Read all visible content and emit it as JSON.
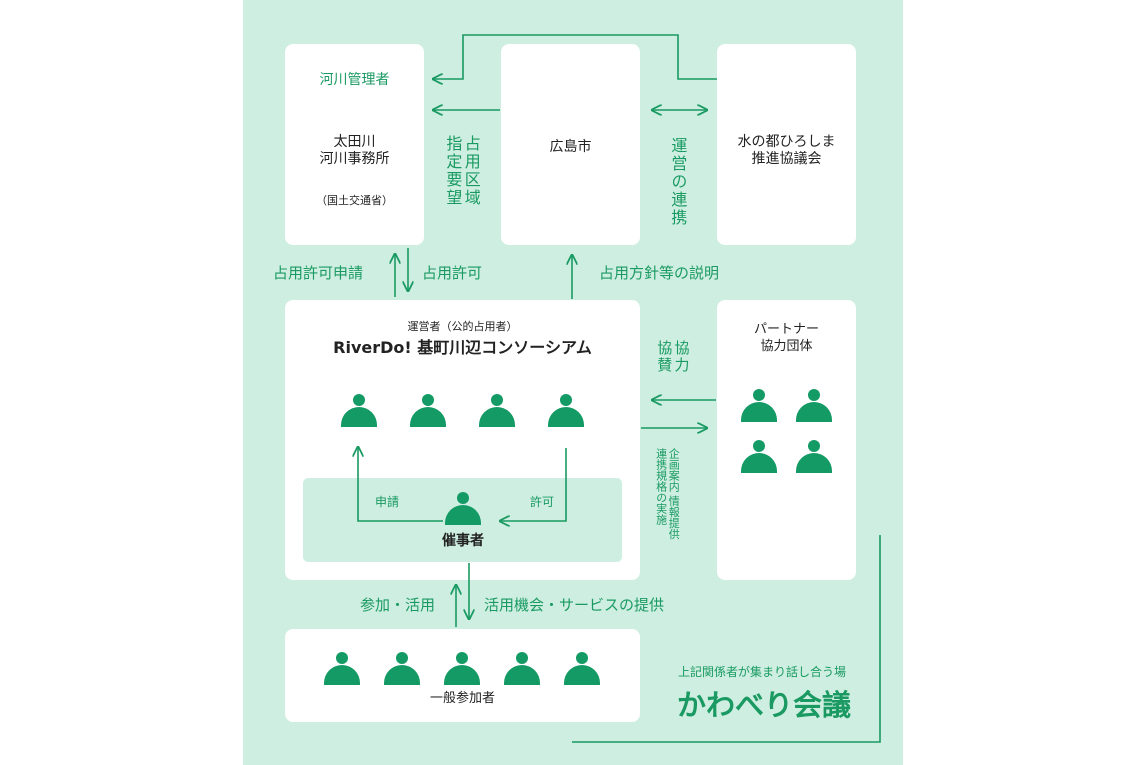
{
  "river_admin": {
    "label": "河川管理者",
    "name_line1": "太田川",
    "name_line2": "河川事務所",
    "ministry": "（国土交通省）"
  },
  "city": {
    "name": "広島市"
  },
  "council": {
    "line1": "水の都ひろしま",
    "line2": "推進協議会"
  },
  "arrows": {
    "designation": "占用区域 指定要望",
    "coordination": "運営の連携",
    "permit_application": "占用許可申請",
    "permit": "占用許可",
    "policy_explanation": "占用方針等の説明",
    "cooperation": "協力 協賛",
    "info": "企画案内 情報提供 連携規格の実施",
    "participation": "参加・活用",
    "service": "活用機会・サービスの提供",
    "apply": "申請",
    "allow": "許可"
  },
  "operator": {
    "role": "運営者（公的占用者）",
    "name": "RiverDo! 基町川辺コンソーシアム",
    "organizer": "催事者"
  },
  "partner": {
    "line1": "パートナー",
    "line2": "協力団体"
  },
  "participants": {
    "label": "一般参加者"
  },
  "meeting": {
    "caption": "上記関係者が集まり話し合う場",
    "title": "かわべり会議"
  },
  "colors": {
    "panel": "#cdeee0",
    "accent": "#1a9a62",
    "person": "#139a65"
  }
}
